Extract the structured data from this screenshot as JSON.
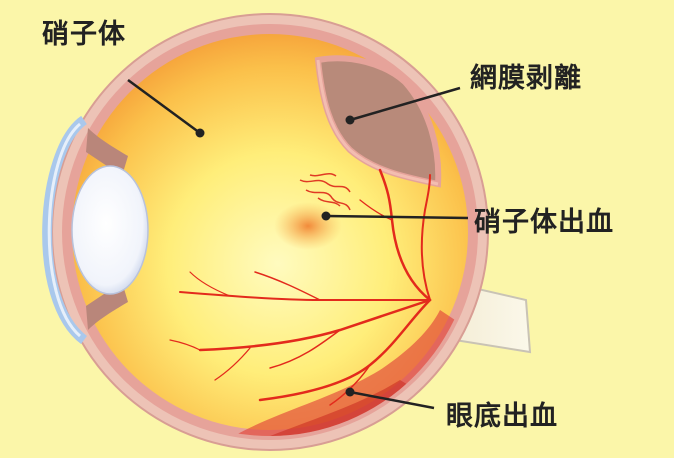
{
  "labels": {
    "vitreous": "硝子体",
    "retinal_detachment": "網膜剥離",
    "vitreous_hemorrhage": "硝子体出血",
    "fundus_hemorrhage": "眼底出血"
  },
  "colors": {
    "background": "#fbf6a9",
    "sclera": "#e8a49a",
    "vitreous_center": "#fff9a6",
    "vitreous_edge": "#f7a63c",
    "vessel": "#e32a1c",
    "detached_retina": "#b88878",
    "lens": "#ffffff",
    "cornea": "#aac9ec",
    "leader_line": "#222222"
  }
}
